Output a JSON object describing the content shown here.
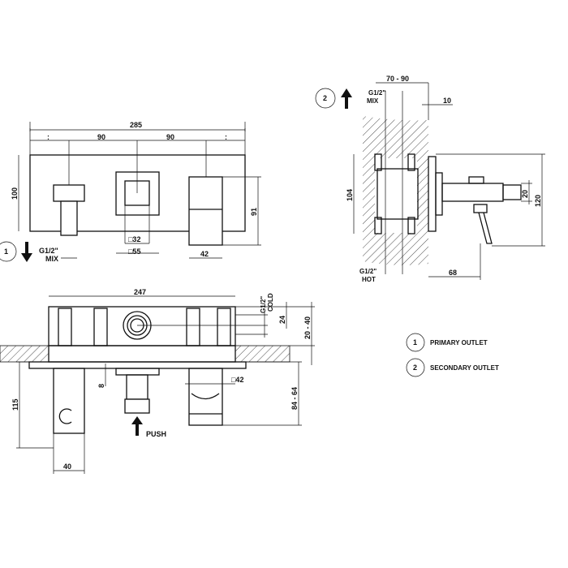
{
  "front_view": {
    "overall_width": "285",
    "spacing_left": "90",
    "spacing_right": "90",
    "edge_mark_left": ":",
    "edge_mark_right": ":",
    "height": "100",
    "spout_height": "91",
    "handle_inner": "□32",
    "handle_outer": "□55",
    "spout_width": "42",
    "outlet_thread": "G1/2\"",
    "outlet_type": "MIX",
    "outlet_number": "1"
  },
  "side_view": {
    "outlet_number": "2",
    "wall_depth": "70 - 90",
    "top_thread": "G1/2\"",
    "top_type": "MIX",
    "plate_thickness": "10",
    "box_height": "104",
    "spout_dim": "20",
    "overall_height": "120",
    "projection": "68",
    "bottom_thread": "G1/2\"",
    "bottom_type": "HOT"
  },
  "top_view": {
    "box_width": "247",
    "cold_thread": "G1/2\"",
    "cold_type": "COLD",
    "inlet_offset": "24",
    "recess": "20 - 40",
    "push_offset": "8",
    "spout_square": "□42",
    "spout_projection": "84 - 64",
    "holder_projection": "115",
    "holder_width": "40",
    "push_label": "PUSH"
  },
  "legend": {
    "items": [
      {
        "number": "1",
        "label": "PRIMARY OUTLET"
      },
      {
        "number": "2",
        "label": "SECONDARY OUTLET"
      }
    ]
  }
}
